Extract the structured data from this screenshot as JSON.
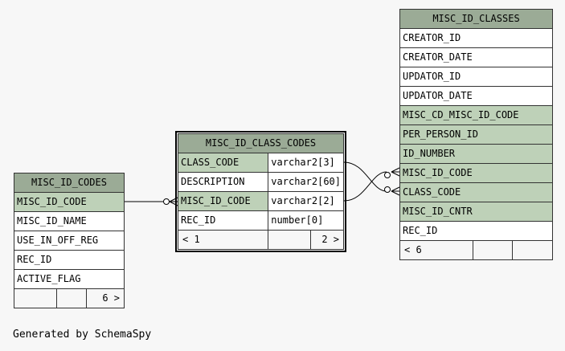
{
  "tables": {
    "misc_id_codes": {
      "title": "MISC_ID_CODES",
      "columns": [
        {
          "name": "MISC_ID_CODE",
          "key": true
        },
        {
          "name": "MISC_ID_NAME",
          "key": false
        },
        {
          "name": "USE_IN_OFF_REG",
          "key": false
        },
        {
          "name": "REC_ID",
          "key": false
        },
        {
          "name": "ACTIVE_FLAG",
          "key": false
        }
      ],
      "children_count": "6 >"
    },
    "misc_id_class_codes": {
      "title": "MISC_ID_CLASS_CODES",
      "columns": [
        {
          "name": "CLASS_CODE",
          "type": "varchar2[3]",
          "key": true
        },
        {
          "name": "DESCRIPTION",
          "type": "varchar2[60]",
          "key": false
        },
        {
          "name": "MISC_ID_CODE",
          "type": "varchar2[2]",
          "key": true
        },
        {
          "name": "REC_ID",
          "type": "number[0]",
          "key": false
        }
      ],
      "parents_count": "< 1",
      "children_count": "2 >"
    },
    "misc_id_classes": {
      "title": "MISC_ID_CLASSES",
      "columns": [
        {
          "name": "CREATOR_ID",
          "key": false
        },
        {
          "name": "CREATOR_DATE",
          "key": false
        },
        {
          "name": "UPDATOR_ID",
          "key": false
        },
        {
          "name": "UPDATOR_DATE",
          "key": false
        },
        {
          "name": "MISC_CD_MISC_ID_CODE",
          "key": true
        },
        {
          "name": "PER_PERSON_ID",
          "key": true
        },
        {
          "name": "ID_NUMBER",
          "key": true
        },
        {
          "name": "MISC_ID_CODE",
          "key": true
        },
        {
          "name": "CLASS_CODE",
          "key": true
        },
        {
          "name": "MISC_ID_CNTR",
          "key": true
        },
        {
          "name": "REC_ID",
          "key": false
        }
      ],
      "parents_count": "< 6"
    }
  },
  "footer": "Generated by SchemaSpy",
  "colors": {
    "header": "#9bab96",
    "key_column": "#bed1b8",
    "background": "#f7f7f7"
  }
}
